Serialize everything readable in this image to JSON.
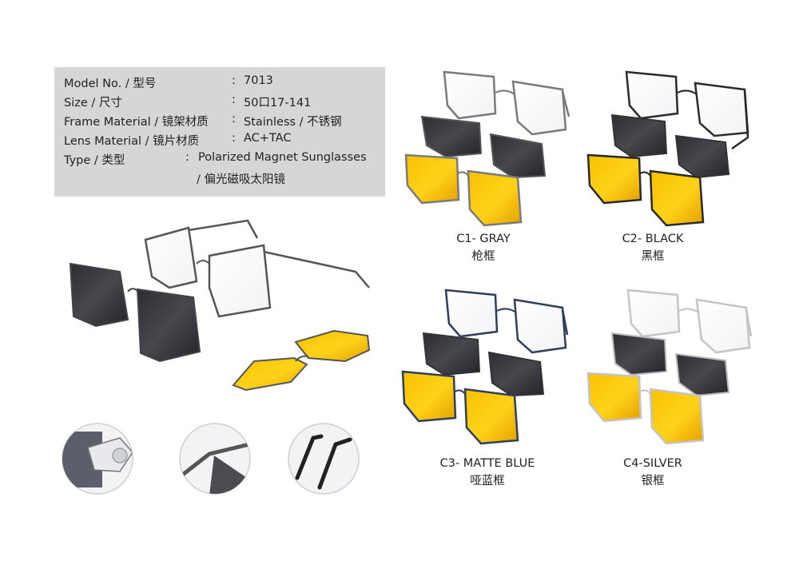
{
  "specs": [
    {
      "label": "Model No. / 型号",
      "value": "7013"
    },
    {
      "label": "Size / 尺寸",
      "value": "50口17-141"
    },
    {
      "label": "Frame Material / 镜架材质",
      "value": "Stainless / 不锈钢"
    },
    {
      "label": "Lens Material / 镜片材质",
      "value": "AC+TAC"
    },
    {
      "label": "Type / 类型",
      "value": "Polarized Magnet Sunglasses",
      "value2": "/ 偏光磁吸太阳镜"
    }
  ],
  "colon": ":",
  "variants": [
    {
      "code": "C1- GRAY",
      "cn": "枪框",
      "frame_color": "#7a7a7a"
    },
    {
      "code": "C2- BLACK",
      "cn": "黑框",
      "frame_color": "#2a2a2a"
    },
    {
      "code": "C3- MATTE BLUE",
      "cn": "哑蓝框",
      "frame_color": "#2d3f5c"
    },
    {
      "code": "C4-SILVER",
      "cn": "银框",
      "frame_color": "#c4c4c4"
    }
  ],
  "colors": {
    "spec_bg": "#d6d6d6",
    "lens_dark": "#3a3c40",
    "lens_yellow": "#f2b600"
  }
}
